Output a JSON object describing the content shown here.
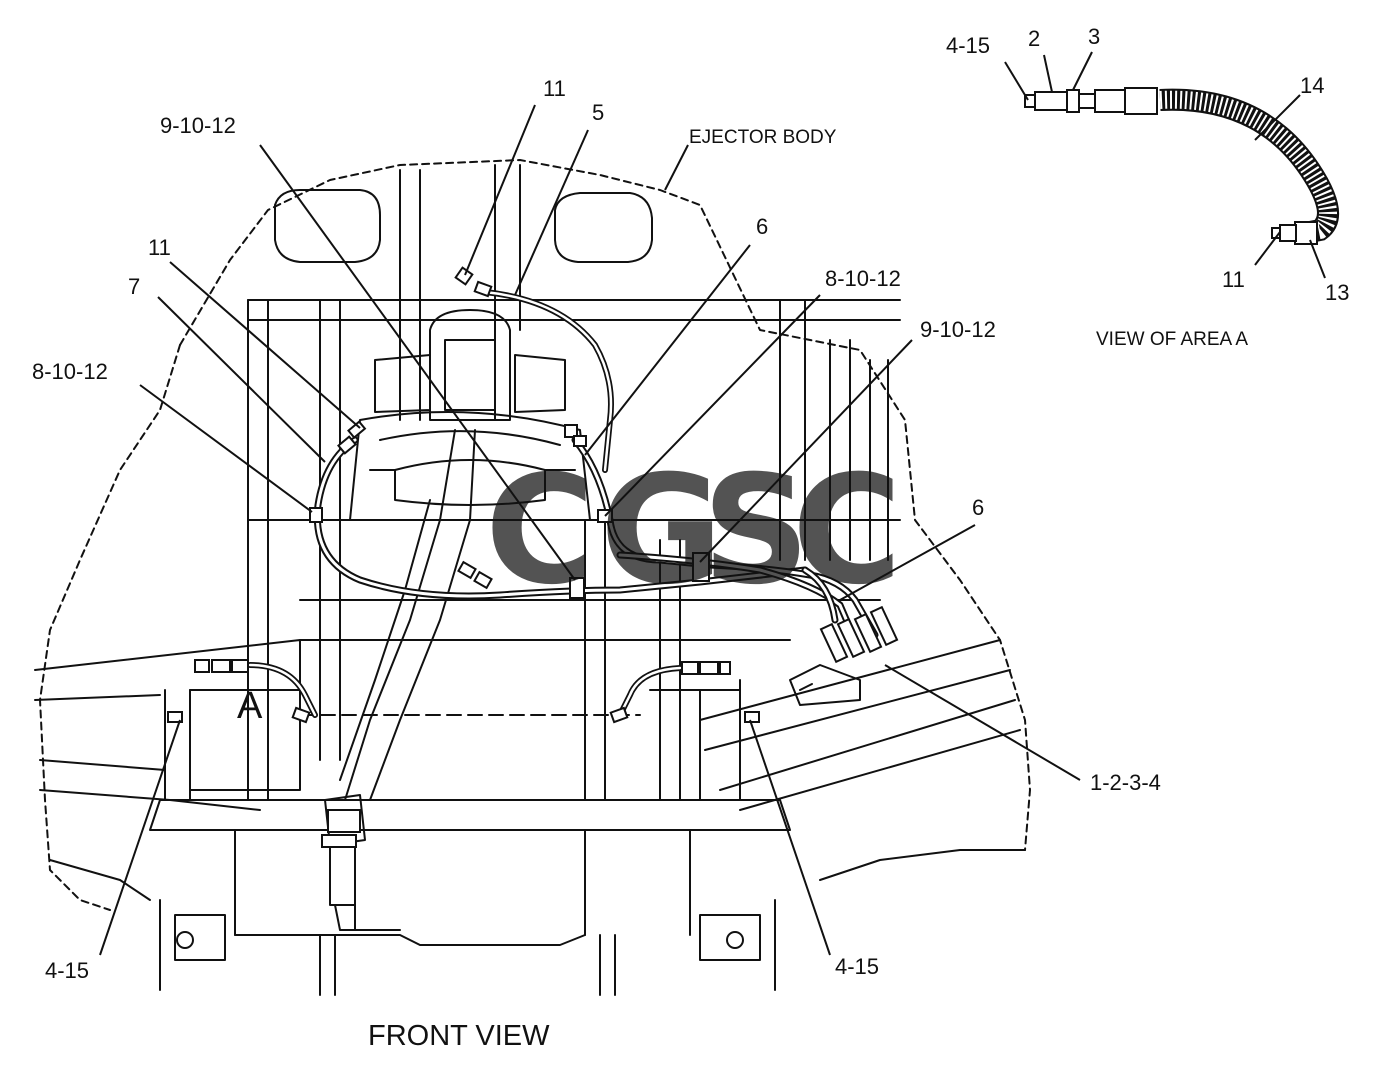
{
  "diagram": {
    "caption_front": "FRONT VIEW",
    "caption_area": "VIEW OF AREA A",
    "ejector_label": "EJECTOR BODY",
    "area_marker": "A",
    "callouts": {
      "c_9_10_12_top": "9-10-12",
      "c_11_top": "11",
      "c_5": "5",
      "c_11_left": "11",
      "c_7": "7",
      "c_8_10_12_left": "8-10-12",
      "c_6_upper": "6",
      "c_8_10_12_right": "8-10-12",
      "c_9_10_12_right": "9-10-12",
      "c_6_lower": "6",
      "c_1_2_3_4": "1-2-3-4",
      "c_4_15_left": "4-15",
      "c_4_15_right": "4-15",
      "inset_4_15": "4-15",
      "inset_2": "2",
      "inset_3": "3",
      "inset_14": "14",
      "inset_11": "11",
      "inset_13": "13"
    }
  },
  "watermark": {
    "letters": [
      "C",
      "G",
      "S",
      "C"
    ],
    "colors": [
      "#4a8ef0",
      "#f07a6a",
      "#f3d36a",
      "#55b98a"
    ]
  }
}
